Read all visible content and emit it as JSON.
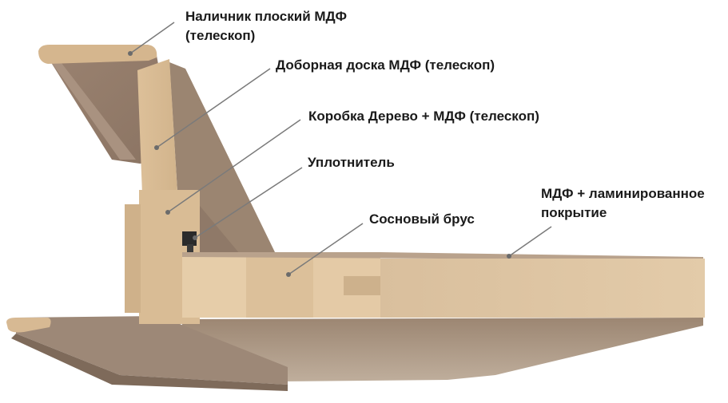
{
  "labels": {
    "trim_line1": "Наличник плоский МДФ",
    "trim_line2": "(телескоп)",
    "extension_board": "Доборная доска МДФ (телескоп)",
    "frame_box": "Коробка Дерево + МДФ (телескоп)",
    "seal": "Уплотнитель",
    "pine_beam": "Сосновый брус",
    "mdf_line1": "МДФ + ламинированное",
    "mdf_line2": "покрытие"
  },
  "colors": {
    "mdf_core": "#d6b793",
    "laminate_face": "#a6907c",
    "laminate_dark": "#8e7866",
    "pine_light": "#e7ceaa",
    "pine_mid": "#dcc09a",
    "pine_dark": "#ceb08a",
    "pointer_line": "#7a7a7a",
    "seal": "#2b2b2b"
  }
}
